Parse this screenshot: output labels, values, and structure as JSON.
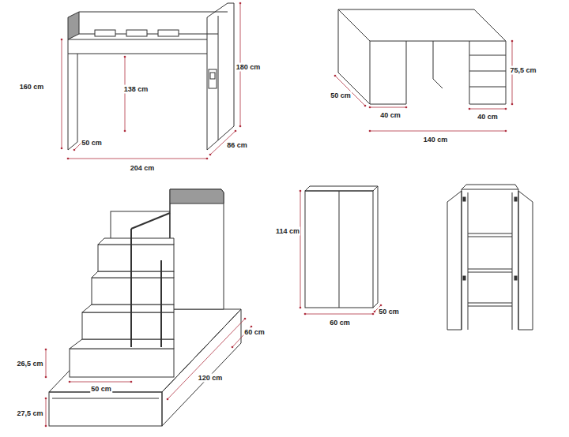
{
  "diagram": {
    "labels": [
      "160 cm",
      "138 cm",
      "180 cm",
      "50 cm",
      "86 cm",
      "204 cm",
      "75,5 cm",
      "50 cm",
      "40 cm",
      "40 cm",
      "140 cm",
      "60 cm",
      "26,5 cm",
      "50 cm",
      "120 cm",
      "27,5 cm",
      "114 cm",
      "60 cm",
      "50 cm"
    ]
  }
}
